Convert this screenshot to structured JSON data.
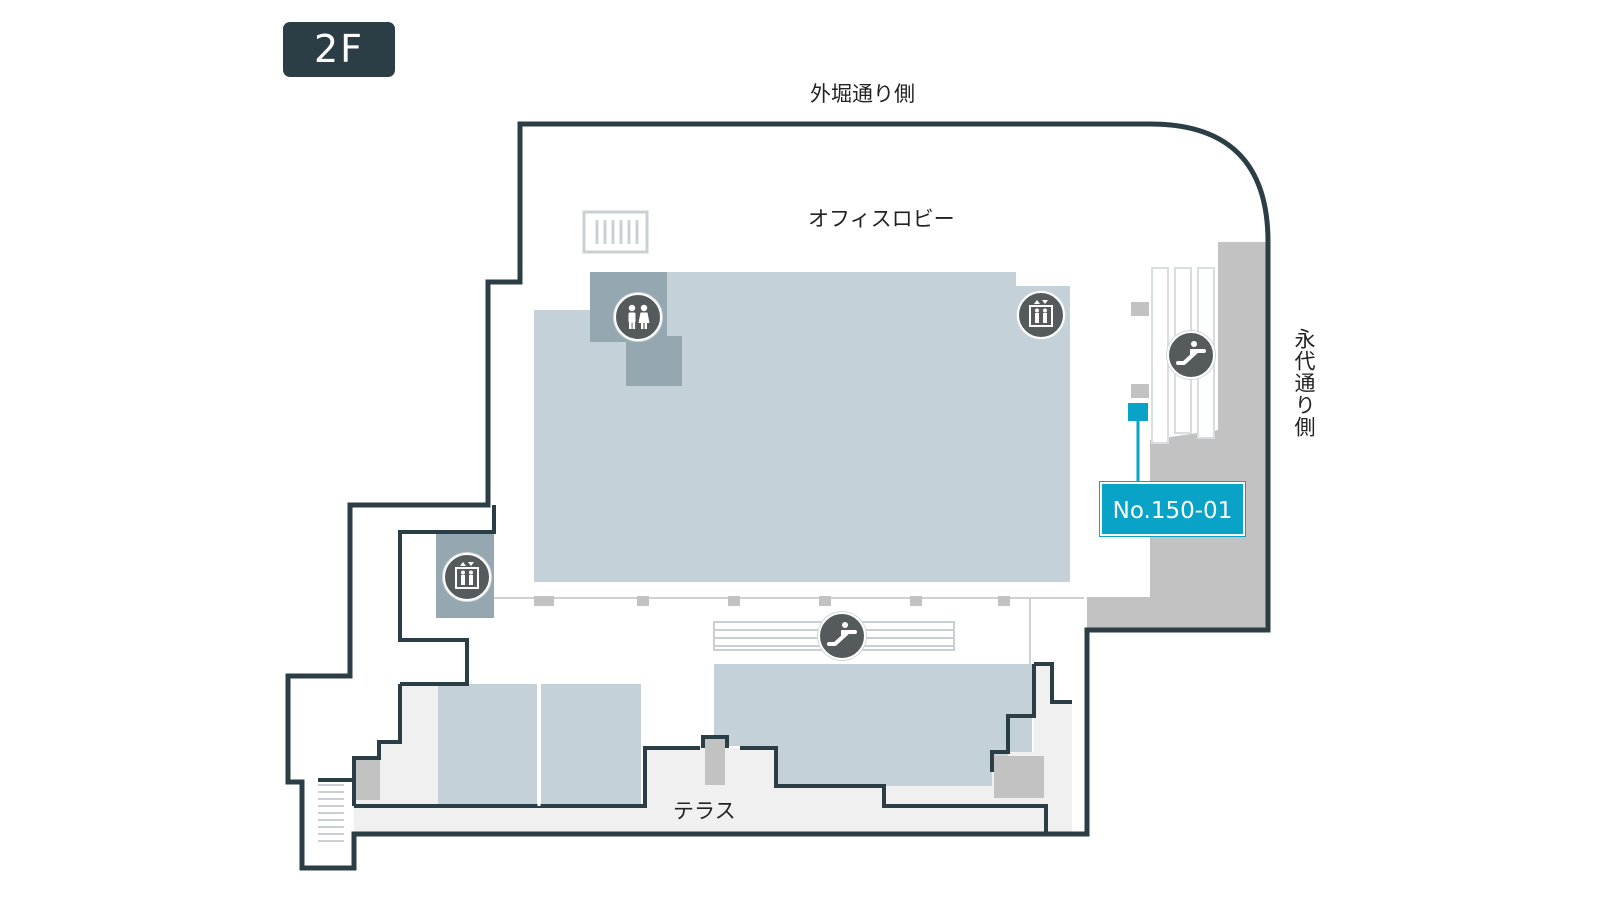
{
  "floor": {
    "label": "2F"
  },
  "labels": {
    "north_street": "外堀通り側",
    "east_street": "永代通り側",
    "office_lobby": "オフィスロビー",
    "terrace": "テラス"
  },
  "store": {
    "number": "No.150-01",
    "color": "#0aa3c8"
  },
  "colors": {
    "wall": "#2c3e45",
    "tenant_area": "#c5d1d9",
    "restroom_area": "#95a8b1",
    "service_area": "#c2c2c2",
    "corridor": "#f0f0f0",
    "icon_background": "#555a5d"
  },
  "pois": [
    {
      "type": "restroom",
      "icon": "restroom-icon"
    },
    {
      "type": "elevator",
      "icon": "elevator-icon"
    },
    {
      "type": "escalator",
      "icon": "escalator-icon"
    },
    {
      "type": "elevator",
      "icon": "elevator-icon"
    },
    {
      "type": "escalator",
      "icon": "escalator-icon"
    }
  ]
}
